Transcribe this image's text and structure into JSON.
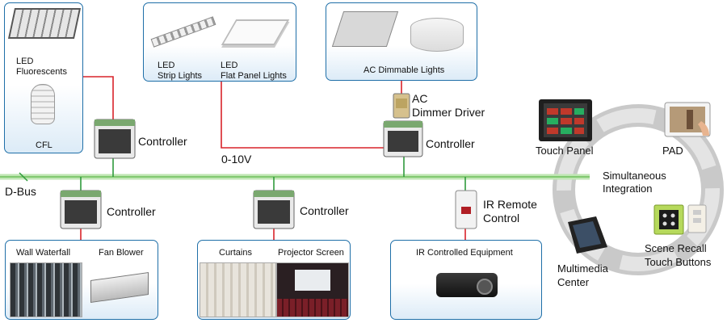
{
  "boxes": {
    "top_left": {
      "led_fluorescents": "LED\nFluorescents",
      "cfl": "CFL"
    },
    "top_mid": {
      "led_strip": "LED\nStrip Lights",
      "led_flat": "LED\nFlat Panel Lights"
    },
    "top_right": {
      "ac_dimmable": "AC Dimmable Lights"
    },
    "bottom_left": {
      "wall_waterfall": "Wall Waterfall",
      "fan_blower": "Fan Blower"
    },
    "bottom_mid": {
      "curtains": "Curtains",
      "projector_screen": "Projector Screen"
    },
    "bottom_right": {
      "ir_equipment": "IR Controlled Equipment"
    }
  },
  "labels": {
    "controller": "Controller",
    "dbus": "D-Bus",
    "zero_ten_v": "0-10V",
    "ac_dimmer_driver": "AC\nDimmer Driver",
    "ir_remote_control": "IR Remote\nControl"
  },
  "integration": {
    "center": "Simultaneous\nIntegration",
    "touch_panel": "Touch Panel",
    "pad": "PAD",
    "multimedia_center": "Multimedia\nCenter",
    "scene_recall": "Scene Recall\nTouch Buttons"
  },
  "colors": {
    "box_border": "#1f6fa8",
    "bus": "#8fd07a",
    "red_wire": "#d8232a",
    "green_wire": "#2f9a3c"
  }
}
